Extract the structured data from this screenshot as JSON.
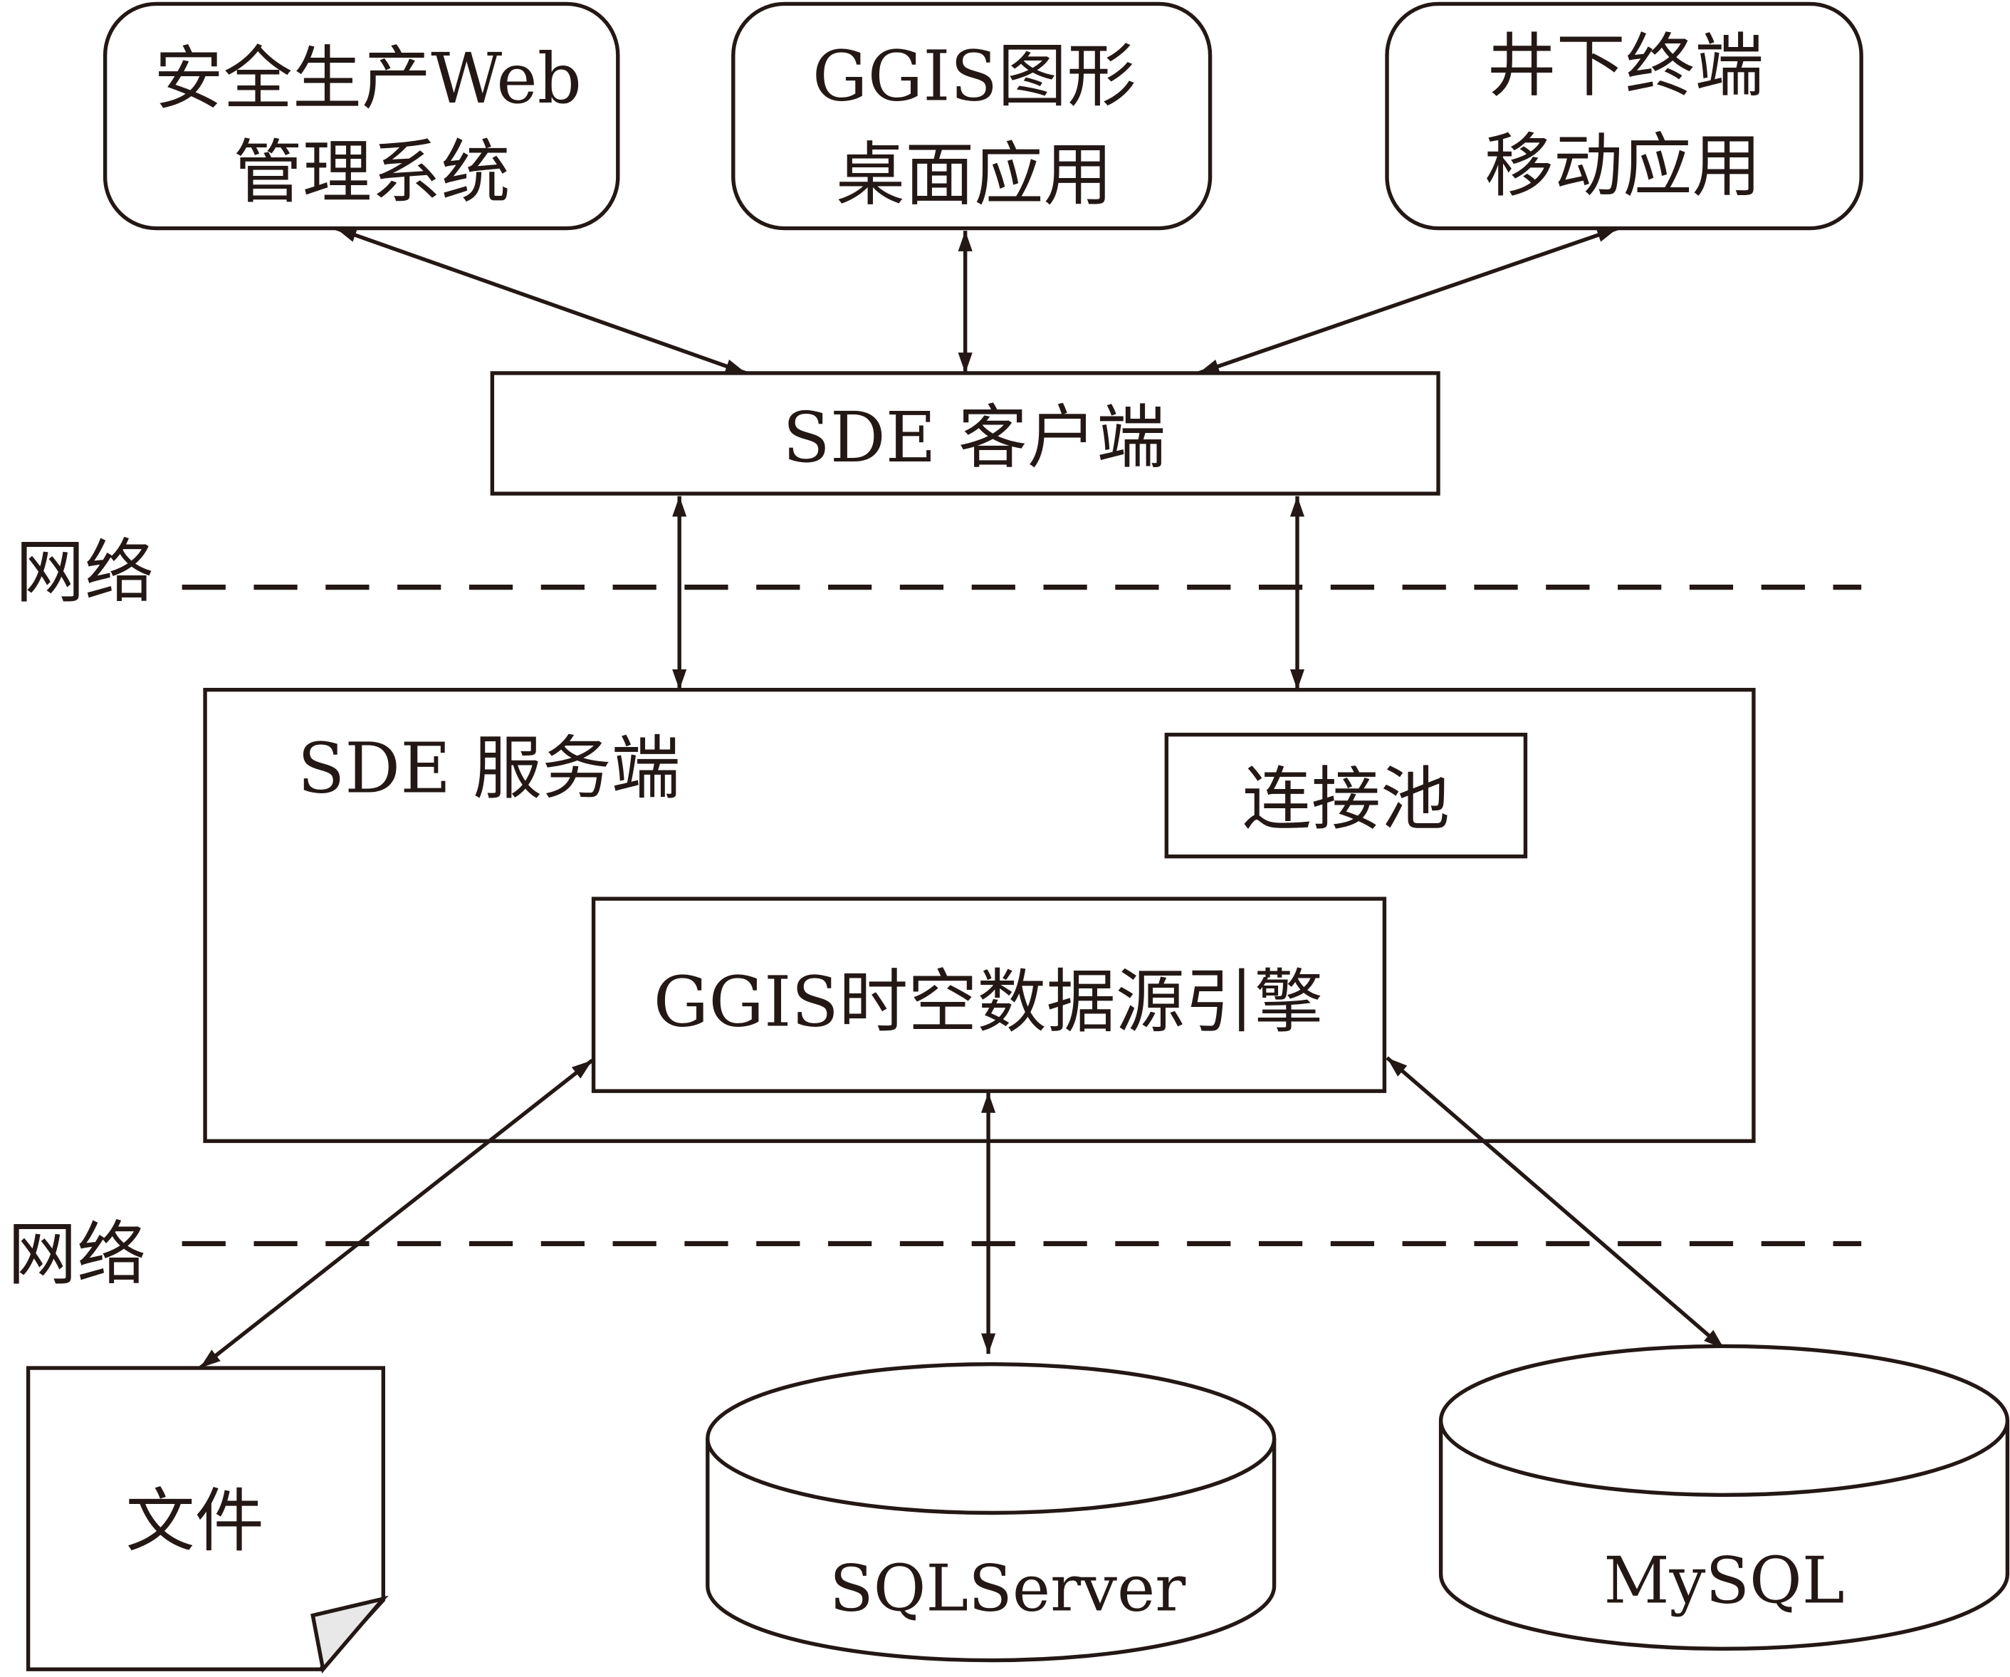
{
  "clients": [
    {
      "line1": "安全生产Web",
      "line2": "管理系统"
    },
    {
      "line1": "GGIS图形",
      "line2": "桌面应用"
    },
    {
      "line1": "井下终端",
      "line2": "移动应用"
    }
  ],
  "sde_client": {
    "label": "SDE 客户端"
  },
  "network_labels": [
    "网络",
    "网络"
  ],
  "sde_server": {
    "label": "SDE 服务端",
    "connection_pool": "连接池",
    "engine": "GGIS时空数据源引擎"
  },
  "data_sources": {
    "file": "文件",
    "sqlserver": "SQLServer",
    "mysql": "MySQL"
  },
  "colors": {
    "stroke": "#231815",
    "page_fold": "#e8e8e8"
  }
}
